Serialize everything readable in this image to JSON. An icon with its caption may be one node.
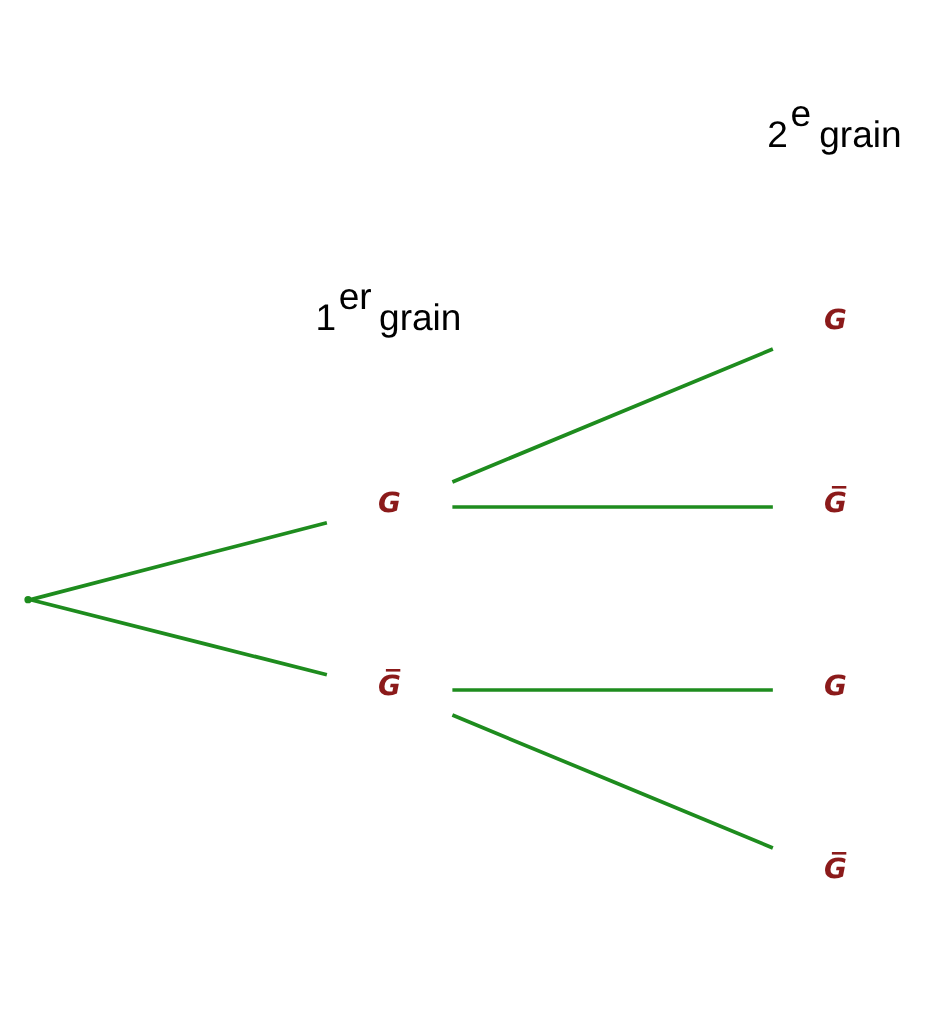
{
  "diagram": {
    "nodes": [
      {
        "text": [],
        "shape": "point"
      },
      {
        "text": [
          "G"
        ]
      },
      {
        "text": [
          "G̅"
        ]
      },
      {
        "text": [
          "G"
        ]
      },
      {
        "text": [
          "G̅"
        ]
      },
      {
        "text": [
          "G"
        ]
      },
      {
        "text": [
          "G̅"
        ]
      }
    ],
    "edges": [
      {
        "from": 0,
        "to": 1,
        "arrow": "none"
      },
      {
        "from": 0,
        "to": 2,
        "arrow": "none"
      },
      {
        "from": 1,
        "to": 3,
        "arrow": "none"
      },
      {
        "from": 1,
        "to": 4,
        "arrow": "none"
      },
      {
        "from": 2,
        "to": 5,
        "arrow": "none"
      },
      {
        "from": 2,
        "to": 6,
        "arrow": "none"
      }
    ],
    "labels": [
      "1$^{er}$ grain",
      "2$^{e}$ grain"
    ]
  }
}
